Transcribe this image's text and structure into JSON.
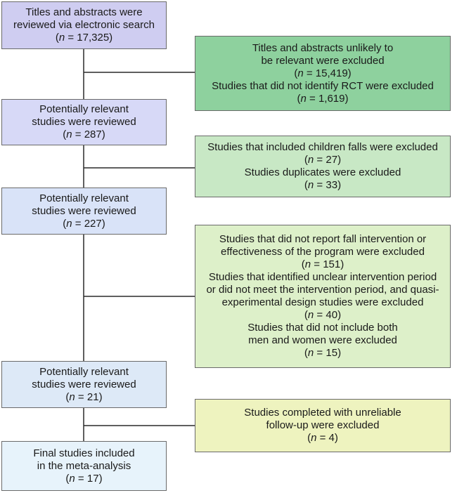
{
  "colors": {
    "left1": "#cfcdf1",
    "left2": "#d7d9f7",
    "left3": "#d9e3f8",
    "left4": "#dde9f7",
    "left5": "#e7f3fb",
    "right1": "#8ed19e",
    "right2": "#c8e8c5",
    "right3": "#ddf0c9",
    "right4": "#eef3bf",
    "line": "#2a2a2a",
    "border": "#6a6a6a"
  },
  "left_boxes": [
    {
      "lines": [
        "Titles and abstracts were",
        "reviewed via electronic search"
      ],
      "n": "17,325"
    },
    {
      "lines": [
        "Potentially relevant",
        "studies were reviewed"
      ],
      "n": "287"
    },
    {
      "lines": [
        "Potentially relevant",
        "studies were reviewed"
      ],
      "n": "227"
    },
    {
      "lines": [
        "Potentially relevant",
        "studies were reviewed"
      ],
      "n": "21"
    },
    {
      "lines": [
        "Final studies included",
        "in the meta-analysis"
      ],
      "n": "17"
    }
  ],
  "right_boxes": [
    {
      "groups": [
        {
          "lines": [
            "Titles and abstracts unlikely to",
            "be relevant were excluded"
          ],
          "n": "15,419"
        },
        {
          "lines": [
            "Studies that did not identify RCT were excluded"
          ],
          "n": "1,619"
        }
      ]
    },
    {
      "groups": [
        {
          "lines": [
            "Studies that included children falls were excluded"
          ],
          "n": "27"
        },
        {
          "lines": [
            "Studies duplicates were excluded"
          ],
          "n": "33"
        }
      ]
    },
    {
      "groups": [
        {
          "lines": [
            "Studies that did not report fall intervention or",
            "effectiveness of the program were excluded"
          ],
          "n": "151"
        },
        {
          "lines": [
            "Studies that identified unclear intervention period",
            "or did not meet the intervention period, and quasi-",
            "experimental design studies were excluded"
          ],
          "n": "40"
        },
        {
          "lines": [
            "Studies that did not include both",
            "men and women were excluded"
          ],
          "n": "15"
        }
      ]
    },
    {
      "groups": [
        {
          "lines": [
            "Studies completed with unreliable",
            "follow-up were excluded"
          ],
          "n": "4"
        }
      ]
    }
  ],
  "n_prefix": "n",
  "n_equals": " = "
}
